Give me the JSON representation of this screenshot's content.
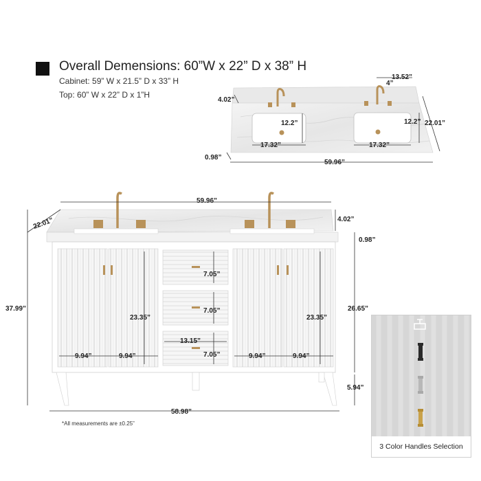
{
  "title": {
    "main": "Overall Demensions: 60”W x 22” D x 38” H",
    "cabinet": "Cabinet: 59” W x 21.5” D x 33” H",
    "top": "Top: 60” W x 22” D x 1”H"
  },
  "top_view": {
    "width": "59.96”",
    "depth": "22.01”",
    "backsplash": "4.02”",
    "thickness": "0.98”",
    "sink_spacing": "13.52”",
    "faucet_offset": "4”",
    "sink_left_width": "17.32”",
    "sink_left_depth": "12.2”",
    "sink_right_width": "17.32”",
    "sink_right_depth": "12.2”"
  },
  "front_view": {
    "top_width": "59.96”",
    "depth": "22.01”",
    "backsplash": "4.02”",
    "top_thickness": "0.98”",
    "total_height": "37.99”",
    "cabinet_height": "26.65”",
    "leg_height": "5.94”",
    "cabinet_width": "58.98”",
    "door_height_left": "23.35”",
    "door_height_right": "23.35”",
    "door_width_1": "9.94”",
    "door_width_2": "9.94”",
    "door_width_3": "9.94”",
    "door_width_4": "9.94”",
    "drawer_1": "7.05”",
    "drawer_2": "7.05”",
    "drawer_3": "7.05”",
    "drawer_width": "13.15”"
  },
  "note": "*All measurements are ±0.25”",
  "handles": {
    "caption": "3 Color Handles Selection",
    "colors": [
      "#2b2b2b",
      "#b8b8b8",
      "#c9a24a"
    ]
  },
  "colors": {
    "cabinet": "#ffffff",
    "marble": "#ececec",
    "brass": "#b8925a"
  }
}
